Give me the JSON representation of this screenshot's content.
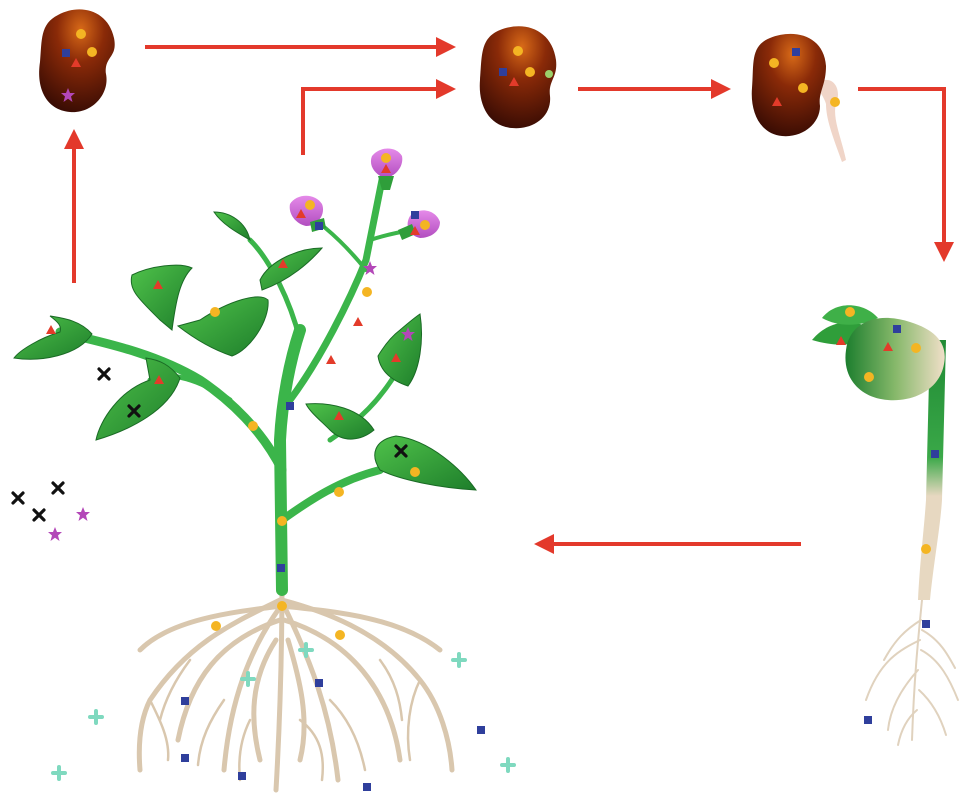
{
  "diagram": {
    "stages": [
      {
        "id": "seed",
        "name": "seed-stage"
      },
      {
        "id": "seed-imbibed",
        "name": "imbibed-seed-stage"
      },
      {
        "id": "seed-germinating",
        "name": "germinating-seed-stage"
      },
      {
        "id": "seedling",
        "name": "seedling-stage"
      },
      {
        "id": "mature-plant",
        "name": "mature-plant-stage"
      }
    ],
    "markers": {
      "yellow_dot": "#f4b523",
      "red_triangle": "#e33b2a",
      "blue_square": "#2f3f9c",
      "purple_star": "#b347b8",
      "black_cross": "#111111",
      "teal_plus": "#7fd9bf"
    },
    "colors": {
      "arrow": "#e3392b",
      "leaf": "#2f9e3a",
      "stem": "#3bb54a",
      "root": "#d9c7ae",
      "seed_dark": "#3a0a04",
      "seed_light": "#d35a14",
      "flower": "#cf6ad8"
    }
  }
}
